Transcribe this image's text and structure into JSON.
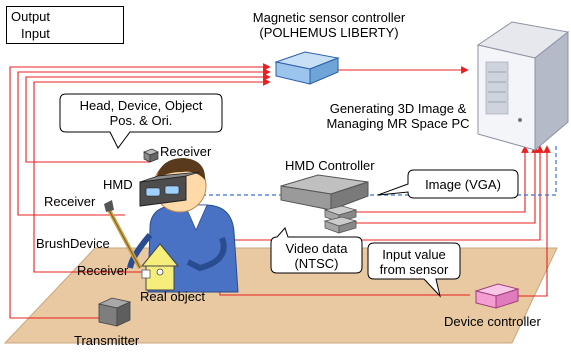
{
  "legend": {
    "output": "Output",
    "input": "Input"
  },
  "labels": {
    "sensor_controller_line1": "Magnetic sensor controller",
    "sensor_controller_line2": "(POLHEMUS LIBERTY)",
    "pc_line1": "Generating 3D Image &",
    "pc_line2": "Managing MR Space PC",
    "callout_pose_line1": "Head, Device, Object",
    "callout_pose_line2": "Pos. & Ori.",
    "receiver_head": "Receiver",
    "hmd": "HMD",
    "receiver_device": "Receiver",
    "brush_device": "BrushDevice",
    "receiver_object": "Receiver",
    "real_object": "Real object",
    "transmitter": "Transmitter",
    "hmd_controller": "HMD Controller",
    "callout_image": "Image (VGA)",
    "callout_video_line1": "Video data",
    "callout_video_line2": "(NTSC)",
    "callout_input_line1": "Input value",
    "callout_input_line2": "from sensor",
    "device_controller": "Device controller"
  },
  "colors": {
    "input_line": "#e8201f",
    "output_line": "#3b6fd6",
    "sensor_box": "#9cc4ec",
    "device_box": "#f59ed4",
    "table": "#e8c9a2",
    "house": "#f6ee7a"
  }
}
